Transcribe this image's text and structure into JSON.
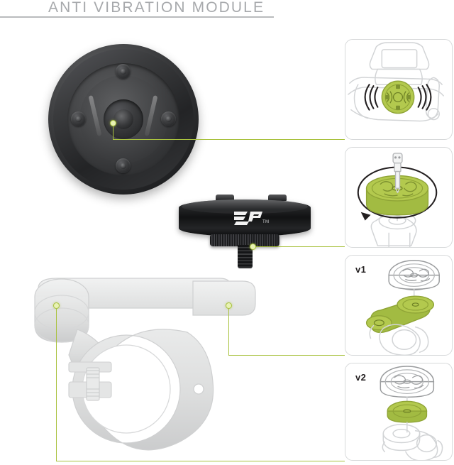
{
  "header": {
    "title": "ANTI VIBRATION MODULE"
  },
  "product": {
    "brand_logo": "sp-logo",
    "trademark": "TM"
  },
  "callouts": [
    {
      "id": "callout-disc-to-panel-1",
      "source": "anti-vibration-disc-hub",
      "target": "panel-1"
    },
    {
      "id": "callout-module-to-panel-2",
      "source": "sp-module-thread",
      "target": "panel-2"
    },
    {
      "id": "callout-mount-arm-to-panel-3",
      "source": "mount-arm-head",
      "target": "panel-3"
    },
    {
      "id": "callout-mount-base-to-panel-4",
      "source": "mount-clamp-base",
      "target": "panel-4"
    }
  ],
  "panels": [
    {
      "name": "panel-installed-view",
      "label": "",
      "description": "Module mounted on bike cockpit emitting vibration damping waves"
    },
    {
      "name": "panel-screw-assembly",
      "label": "",
      "description": "Green anti-vibration disc tightened with bolt onto mount"
    },
    {
      "name": "panel-version-1",
      "label": "v1",
      "description": "Version 1 arm mount with disc above"
    },
    {
      "name": "panel-version-2",
      "label": "v2",
      "description": "Version 2 exploded view of disc, spacer and clamp base"
    }
  ],
  "colors": {
    "accent_green": "#a9c23f",
    "module_green": "#b3c94e",
    "title_gray": "#a7a9ac",
    "outline_gray": "#d2d4d6",
    "body_black": "#1d1e20"
  }
}
